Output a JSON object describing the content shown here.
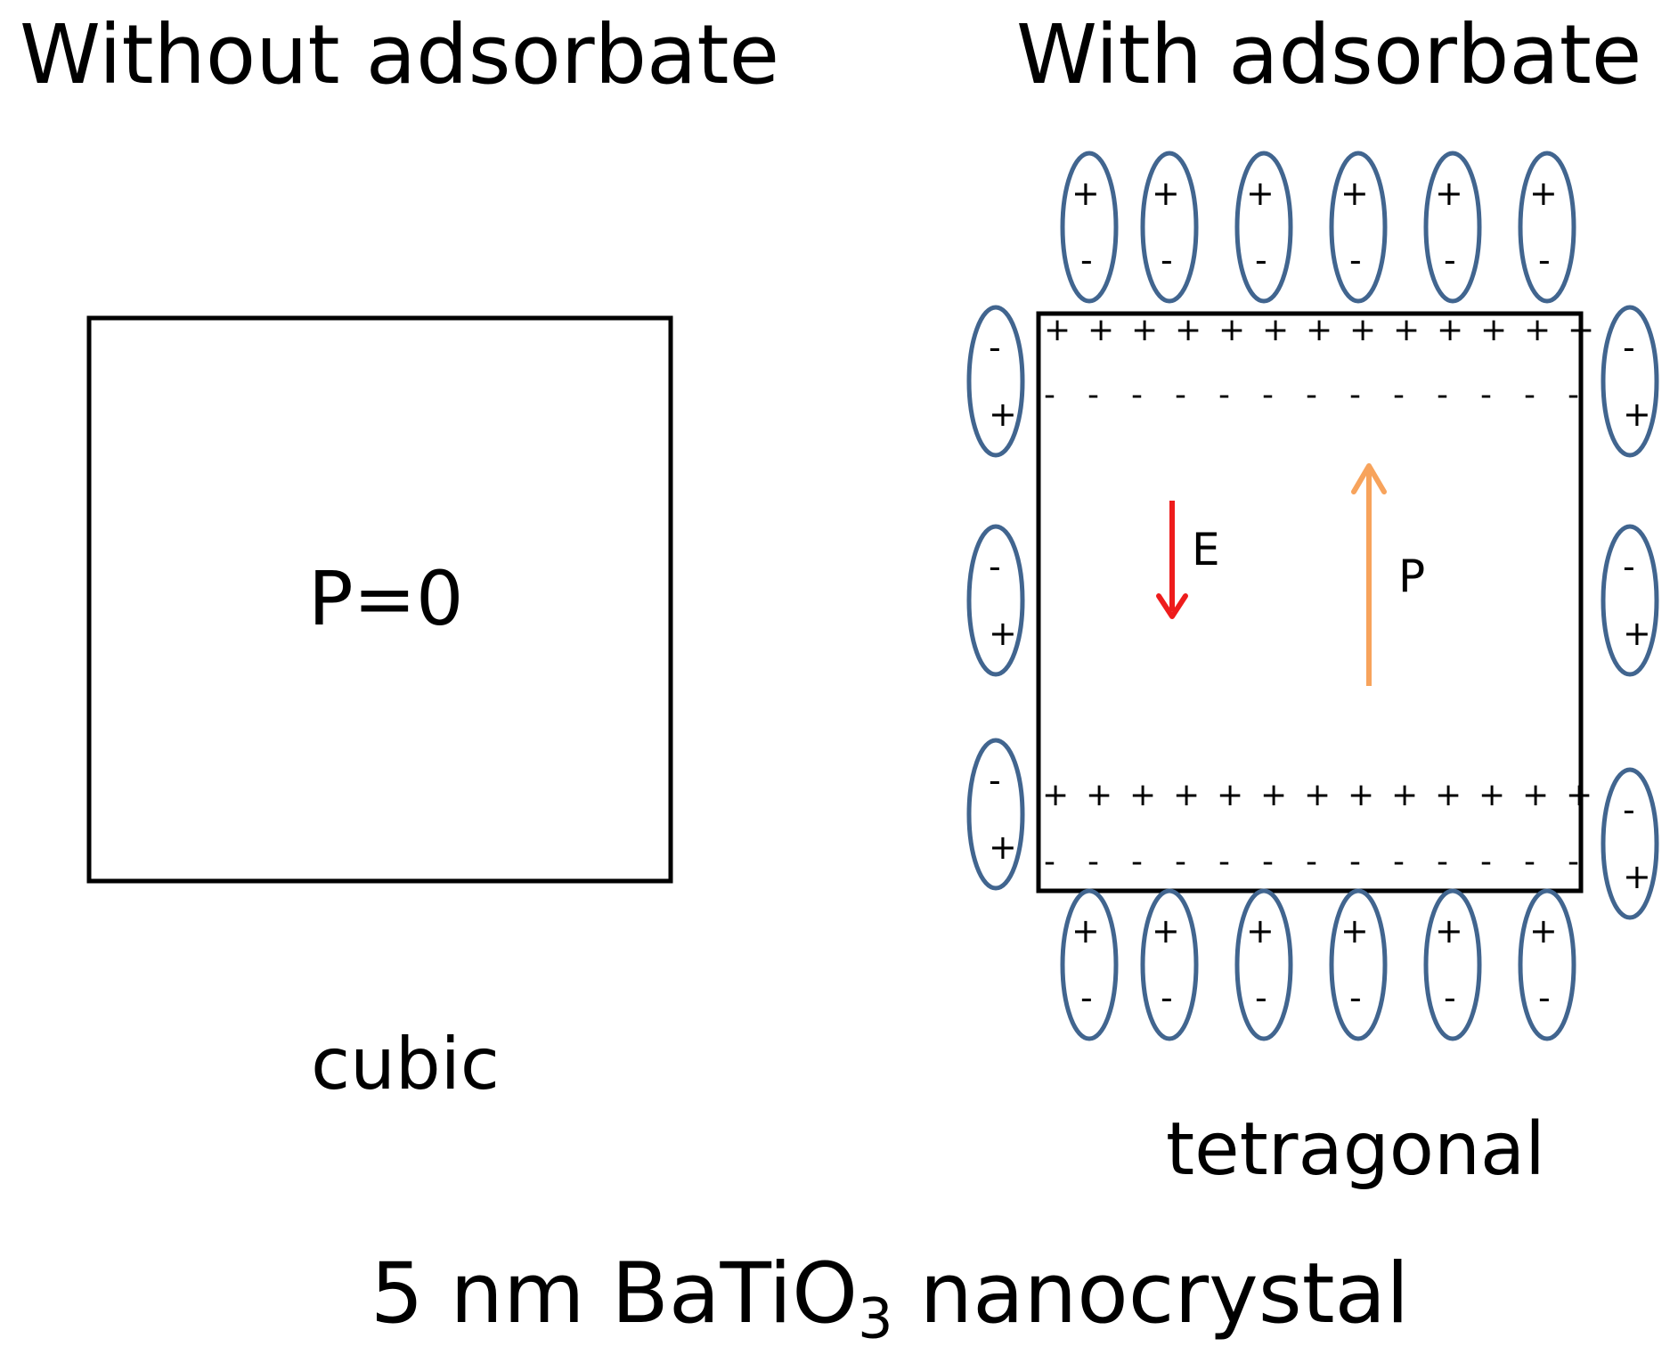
{
  "left": {
    "title": "Without adsorbate",
    "box_label": "P=0",
    "phase": "cubic"
  },
  "right": {
    "title": "With adsorbate",
    "field_label": "E",
    "polarization_label": "P",
    "phase": "tetragonal",
    "plus_sign": "+",
    "minus_sign": "-"
  },
  "caption": {
    "prefix": "5 nm BaTiO",
    "subscript": "3",
    "suffix": " nanocrystal"
  },
  "colors": {
    "outline": "#000000",
    "dipole": "#41658f",
    "field_arrow": "#ee1c1c",
    "polarization_arrow": "#f7a35c"
  }
}
